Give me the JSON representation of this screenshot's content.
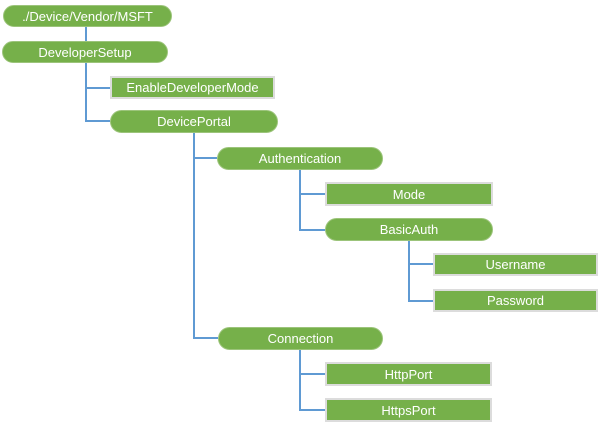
{
  "diagram": {
    "type": "tree",
    "colors": {
      "node_fill": "#76b04a",
      "pill_border": "#9cc47b",
      "rect_border": "#dcdcdc",
      "connector": "#5f9ad3",
      "text": "#ffffff"
    },
    "nodes": {
      "root": {
        "label": "./Device/Vendor/MSFT",
        "shape": "pill"
      },
      "developerSetup": {
        "label": "DeveloperSetup",
        "shape": "pill"
      },
      "enableDeveloperMode": {
        "label": "EnableDeveloperMode",
        "shape": "rect"
      },
      "devicePortal": {
        "label": "DevicePortal",
        "shape": "pill"
      },
      "authentication": {
        "label": "Authentication",
        "shape": "pill"
      },
      "mode": {
        "label": "Mode",
        "shape": "rect"
      },
      "basicAuth": {
        "label": "BasicAuth",
        "shape": "pill"
      },
      "username": {
        "label": "Username",
        "shape": "rect"
      },
      "password": {
        "label": "Password",
        "shape": "rect"
      },
      "connection": {
        "label": "Connection",
        "shape": "pill"
      },
      "httpPort": {
        "label": "HttpPort",
        "shape": "rect"
      },
      "httpsPort": {
        "label": "HttpsPort",
        "shape": "rect"
      }
    },
    "hierarchy": {
      "label": "./Device/Vendor/MSFT",
      "children": [
        {
          "label": "DeveloperSetup",
          "children": [
            {
              "label": "EnableDeveloperMode"
            },
            {
              "label": "DevicePortal",
              "children": [
                {
                  "label": "Authentication",
                  "children": [
                    {
                      "label": "Mode"
                    },
                    {
                      "label": "BasicAuth",
                      "children": [
                        {
                          "label": "Username"
                        },
                        {
                          "label": "Password"
                        }
                      ]
                    }
                  ]
                },
                {
                  "label": "Connection",
                  "children": [
                    {
                      "label": "HttpPort"
                    },
                    {
                      "label": "HttpsPort"
                    }
                  ]
                }
              ]
            }
          ]
        }
      ]
    }
  }
}
